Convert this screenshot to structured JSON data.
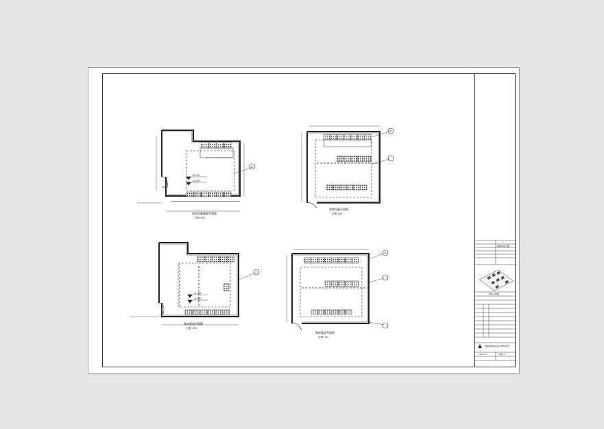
{
  "sheet": {
    "plans": [
      {
        "id": "plan-top-left",
        "caption": "泵房设备基础平面图",
        "scale": "比例 1:50",
        "level1": "-5.700",
        "level2": "-5.100",
        "tag": "A"
      },
      {
        "id": "plan-top-right",
        "caption": "泵房设备平面图",
        "scale": "比例 1:50",
        "tag": "B"
      },
      {
        "id": "plan-bottom-left",
        "caption": "泵房管道平面图",
        "scale": "比例 1:50",
        "level1": "-5.700",
        "level2": "-5.100",
        "tag": "C"
      },
      {
        "id": "plan-bottom-right",
        "caption": "泵房管道平面图",
        "scale": "比例 1:50",
        "tag": "D"
      }
    ],
    "title_block": {
      "project": "给排水施工图",
      "drawing_name": "泵房大样图",
      "note": "本图纸版权归设计单位所有",
      "drawing_no": "水施-16",
      "date": "2020.06"
    }
  }
}
